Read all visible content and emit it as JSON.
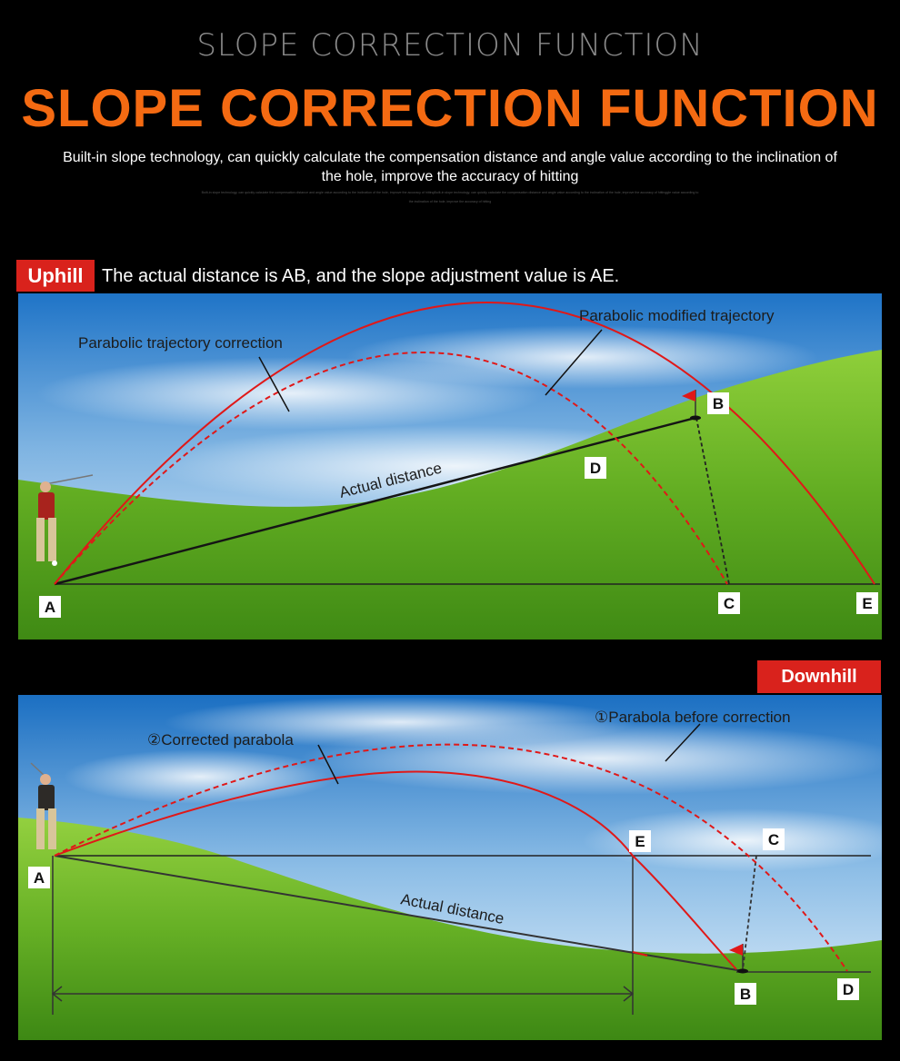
{
  "header": {
    "title_light": "SLOPE CORRECTION FUNCTION",
    "title_main": "SLOPE CORRECTION FUNCTION",
    "description": "Built-in slope technology, can quickly calculate the compensation distance and angle value according to the inclination of the hole, improve the accuracy of hitting",
    "micro_text": "Built-in slope technology, can quickly calculate the compensation distance and angle value according to the inclination of the hole, improve the accuracy of hittingBuilt-in slope technology, can quickly calculate the compensation distance and angle value according to the inclination of the hole, improve the accuracy of hittinggle value according to the inclination of the hole, improve the accuracy of hitting"
  },
  "uphill": {
    "tag": "Uphill",
    "caption": "The actual distance is AB, and the slope adjustment value is AE.",
    "label_correction": "Parabolic trajectory correction",
    "label_modified": "Parabolic modified trajectory",
    "label_actual": "Actual distance",
    "points": {
      "a": "A",
      "b": "B",
      "c": "C",
      "d": "D",
      "e": "E"
    }
  },
  "downhill": {
    "tag": "Downhill",
    "label_before": "①Parabola before correction",
    "label_corrected": "②Corrected parabola",
    "label_actual": "Actual distance",
    "points": {
      "a": "A",
      "b": "B",
      "c": "C",
      "d": "D",
      "e": "E"
    }
  },
  "colors": {
    "accent_orange": "#f46a12",
    "tag_red": "#d9221c",
    "trajectory_red": "#e01818"
  }
}
